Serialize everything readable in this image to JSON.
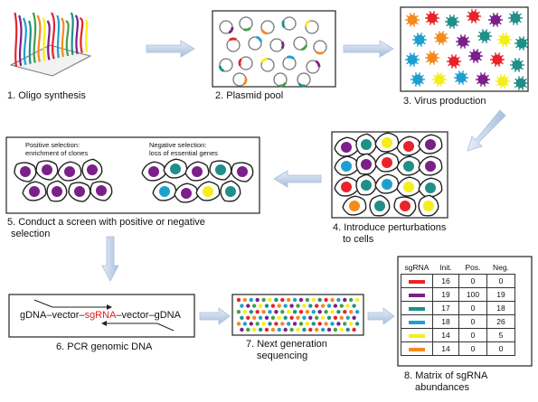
{
  "steps": {
    "s1": "1. Oligo synthesis",
    "s2": "2. Plasmid pool",
    "s3": "3. Virus production",
    "s4_line1": "4. Introduce perturbations",
    "s4_line2": "to cells",
    "s5_line1": "5. Conduct a screen with positive or negative",
    "s5_line2": "selection",
    "s6": "6. PCR genomic DNA",
    "s7_line1": "7. Next generation",
    "s7_line2": "sequencing",
    "s8_line1": "8. Matrix of sgRNA",
    "s8_line2": "abundances"
  },
  "selection": {
    "positive_line1": "Positive selection:",
    "positive_line2": "enrichment of clones",
    "negative_line1": "Negative selection:",
    "negative_line2": "loss of essential genes"
  },
  "pcr": {
    "gdna_left": "gDNA",
    "vector_left": "vector",
    "sgrna": "sgRNA",
    "vector_right": "vector",
    "gdna_right": "gDNA"
  },
  "colors": {
    "red": "#e8232a",
    "purple": "#7b1f8a",
    "teal": "#1f8f88",
    "blue": "#1f9fd0",
    "yellow": "#f5ee1a",
    "orange": "#f58a1f",
    "green": "#43a047",
    "arrow": "#c5d5ea"
  },
  "matrix": {
    "headers": [
      "sgRNA",
      "Init.",
      "Pos.",
      "Neg."
    ],
    "rows": [
      {
        "color": "#e8232a",
        "init": "16",
        "pos": "0",
        "neg": "0"
      },
      {
        "color": "#7b1f8a",
        "init": "19",
        "pos": "100",
        "neg": "19"
      },
      {
        "color": "#1f8f88",
        "init": "17",
        "pos": "0",
        "neg": "18"
      },
      {
        "color": "#1f9fd0",
        "init": "18",
        "pos": "0",
        "neg": "26"
      },
      {
        "color": "#f5ee1a",
        "init": "14",
        "pos": "0",
        "neg": "5"
      },
      {
        "color": "#f58a1f",
        "init": "14",
        "pos": "0",
        "neg": "0"
      }
    ]
  }
}
